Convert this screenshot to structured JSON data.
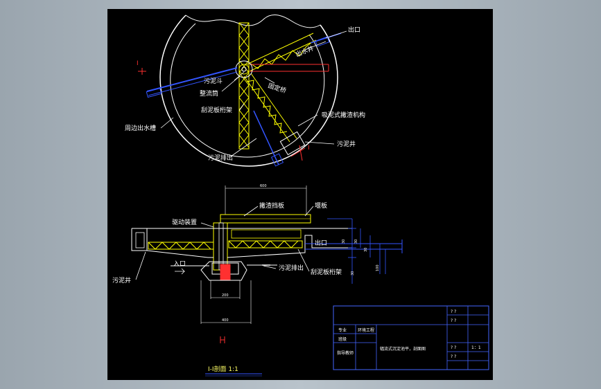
{
  "plan_view": {
    "labels": {
      "outlet": "出口",
      "outlet_trough": "出水井",
      "sludge_hopper": "污泥斗",
      "stabilizer_tube": "整流筒",
      "fixed_bridge": "固定桥",
      "scraper_truss": "刮泥板桁架",
      "suction_scraper": "吸泥式撇渣机构",
      "peripheral_outlet_trough": "周边出水槽",
      "sludge_well": "污泥井",
      "sludge_discharge": "污泥排出"
    },
    "section_marks": [
      "I",
      "I"
    ]
  },
  "section_view": {
    "labels": {
      "scum_baffle": "撇渣挡板",
      "weir_plate": "堰板",
      "drive_unit": "驱动装置",
      "outlet": "出口",
      "inlet": "入口",
      "sludge_discharge": "污泥排出",
      "scraper_truss": "刮泥板桁架",
      "sludge_well": "污泥井"
    },
    "dimensions": {
      "top_width": "600",
      "inner_width": "200",
      "bottom_width": "400",
      "h1": "30",
      "h2": "30",
      "h3": "30",
      "h4": "100",
      "h5": "30"
    },
    "section_title": "I-I剖面  1:1",
    "bottom_mark": "I-I"
  },
  "title_block": {
    "cells": {
      "r1c4": "? ?",
      "r2c4": "? ?",
      "major": "专业",
      "major_value": "环境工程",
      "class": "班级",
      "teacher": "指导教师",
      "drawing_title": "辐流式沉淀池平，剖面图",
      "r4c4": "? ?",
      "scale": "1：1",
      "r5c4": "? ?"
    }
  },
  "colors": {
    "background": "#000000",
    "outline": "#ffffff",
    "truss": "#ffff00",
    "blue": "#3355ff",
    "red": "#ff3030",
    "titleblock": "#4466ff"
  }
}
